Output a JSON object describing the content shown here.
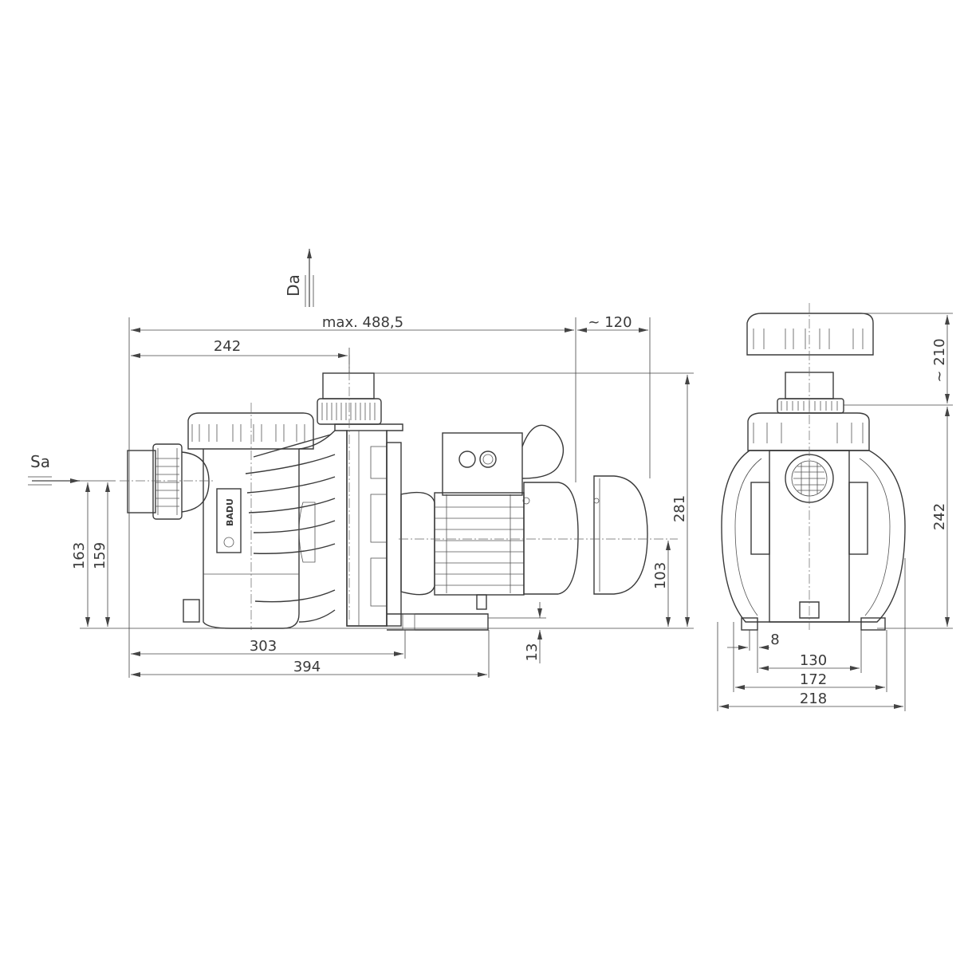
{
  "labels": {
    "suction": "Sa",
    "discharge": "Da",
    "logo": "BADU"
  },
  "side_view": {
    "overall_length": "max. 488,5",
    "motor_clearance": "~ 120",
    "inlet_to_outlet": "242",
    "foot_303": "303",
    "foot_394": "394",
    "height_163": "163",
    "height_159": "159",
    "height_281": "281",
    "height_103": "103",
    "foot_13": "13"
  },
  "front_view": {
    "lid_clearance": "~ 210",
    "height_242": "242",
    "foot_8": "8",
    "width_130": "130",
    "width_172": "172",
    "width_218": "218"
  }
}
